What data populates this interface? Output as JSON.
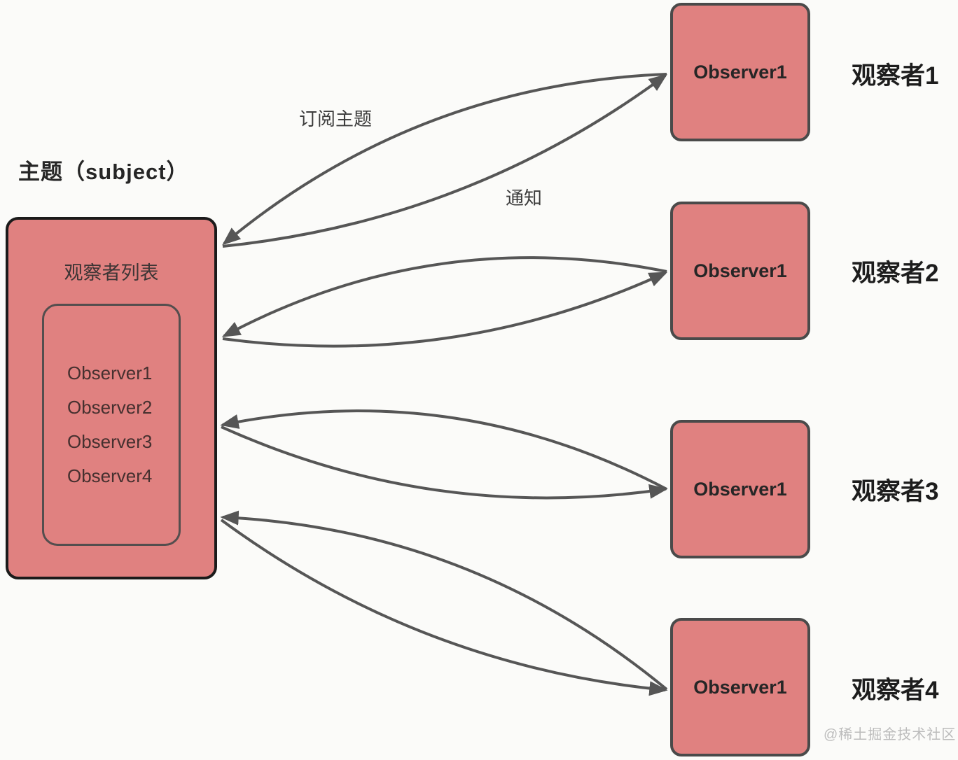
{
  "title": "主题（subject）",
  "subject": {
    "list_title": "观察者列表",
    "observers": [
      "Observer1",
      "Observer2",
      "Observer3",
      "Observer4"
    ]
  },
  "observer_boxes": [
    {
      "label": "Observer1",
      "side_label": "观察者1"
    },
    {
      "label": "Observer1",
      "side_label": "观察者2"
    },
    {
      "label": "Observer1",
      "side_label": "观察者3"
    },
    {
      "label": "Observer1",
      "side_label": "观察者4"
    }
  ],
  "edge_labels": {
    "subscribe": "订阅主题",
    "notify": "通知"
  },
  "watermark": "@稀土掘金技术社区",
  "colors": {
    "box_fill": "#e08180",
    "subject_border": "#1b1b1b",
    "observer_border": "#4a4a4a",
    "inner_border": "#544e4e",
    "arrow": "#565656",
    "watermark": "#bcbcbc",
    "background": "#fbfbf9"
  }
}
